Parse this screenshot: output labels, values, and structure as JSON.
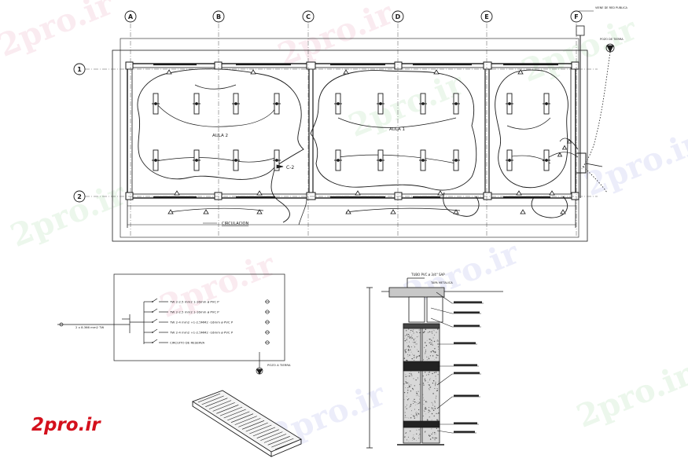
{
  "watermark_text": "2pro.ir",
  "brand_label": "2pro.ir",
  "grid_columns": [
    "A",
    "B",
    "C",
    "D",
    "E",
    "F"
  ],
  "grid_rows": [
    "1",
    "2"
  ],
  "rooms": [
    {
      "name": "AULA 2"
    },
    {
      "name": "AULA 1"
    }
  ],
  "plan_title": "CIRCULACION",
  "circuit_tag": "C-2",
  "top_right_note": "VIENE DE RED PUBLICA",
  "ground_well_label": "POZO DE TIERRA",
  "schematic": {
    "feeder": "2 x 8.366 mm2 TW",
    "circuits": [
      "TW 2-2.5 mm2 1-16mm ø PVC P",
      "TW 2-2.5 mm2 1-16mm ø PVC P",
      "TW 2-4 mm2 +1-2.5MM2 -16mm ø PVC P",
      "TW 2-4 mm2 +1-2.5MM2 -16mm ø PVC P",
      "CIRCUITO DE RESERVA"
    ],
    "ground_label": "POZO A TIERRA"
  },
  "section": {
    "pipe_label": "TUBO PVC ø 3/4\" SAP",
    "cover_label": "TAPA METALICA"
  },
  "colors": {
    "line": "#1a1a1a",
    "grid": "#555555",
    "brand": "#d4101c"
  }
}
